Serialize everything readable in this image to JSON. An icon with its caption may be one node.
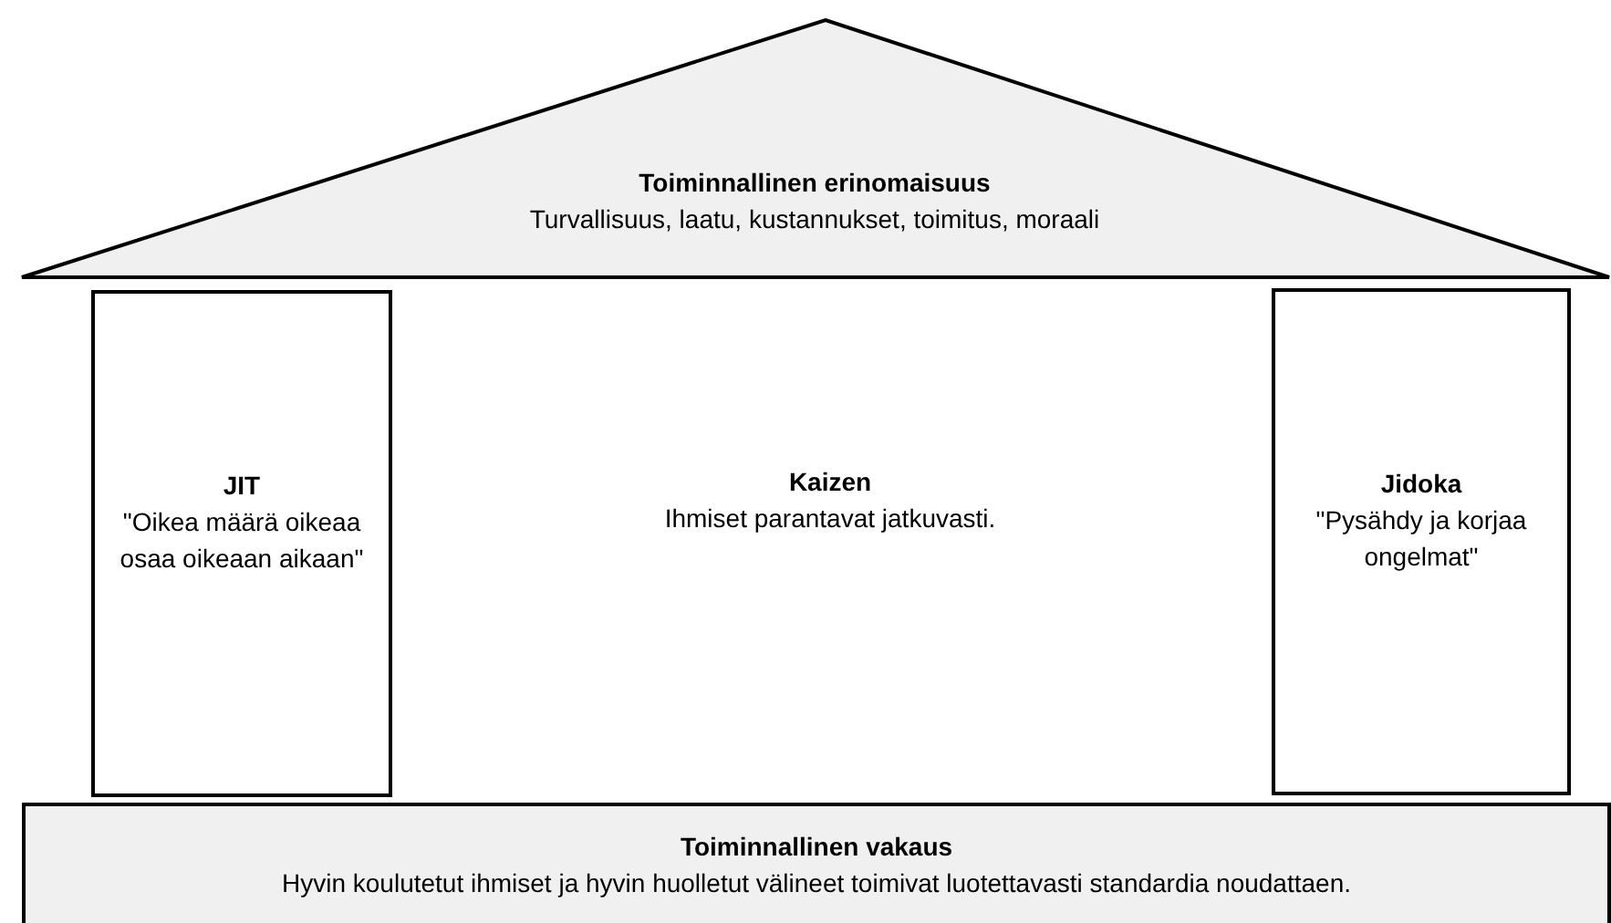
{
  "diagram": {
    "nodes": [
      {
        "text": [
          "Toiminnallinen erinomaisuus",
          "Turvallisuus, laatu, kustannukset, toimitus, moraali"
        ]
      },
      {
        "text": [
          "JIT",
          "\"Oikea määrä oikeaa osaa oikeaan aikaan\""
        ]
      },
      {
        "text": [
          "Jidoka",
          "\"Pysähdy ja korjaa ongelmat\""
        ]
      },
      {
        "text": [
          "Toiminnallinen vakaus",
          "Hyvin koulutetut ihmiset ja hyvin huolletut välineet toimivat luotettavasti standardia noudattaen."
        ]
      }
    ],
    "labels": [
      "Kaizen",
      "Ihmiset parantavat jatkuvasti."
    ]
  }
}
